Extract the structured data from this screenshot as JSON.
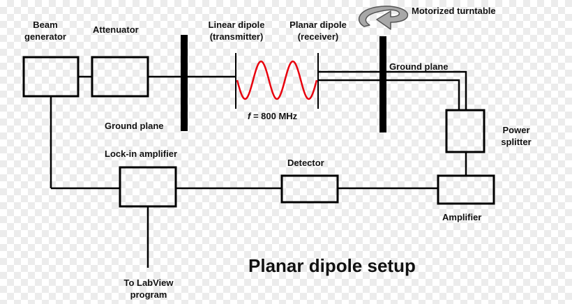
{
  "labels": {
    "beam_generator": [
      "Beam",
      "generator"
    ],
    "attenuator": "Attenuator",
    "linear_dipole": [
      "Linear dipole",
      "(transmitter)"
    ],
    "planar_dipole": [
      "Planar dipole",
      "(receiver)"
    ],
    "motorized_turntable": "Motorized turntable",
    "ground_plane_right": "Ground plane",
    "ground_plane_left": "Ground plane",
    "frequency_symbol": "f",
    "frequency_value": " = 800 MHz",
    "power_splitter": [
      "Power",
      "splitter"
    ],
    "lock_in_amplifier": "Lock-in amplifier",
    "detector": "Detector",
    "amplifier": "Amplifier",
    "labview": [
      "To LabView",
      "program"
    ]
  },
  "title": "Planar dipole setup",
  "colors": {
    "wave": "#e8000d",
    "line": "#000000",
    "arrow": "#8a8a8a"
  }
}
